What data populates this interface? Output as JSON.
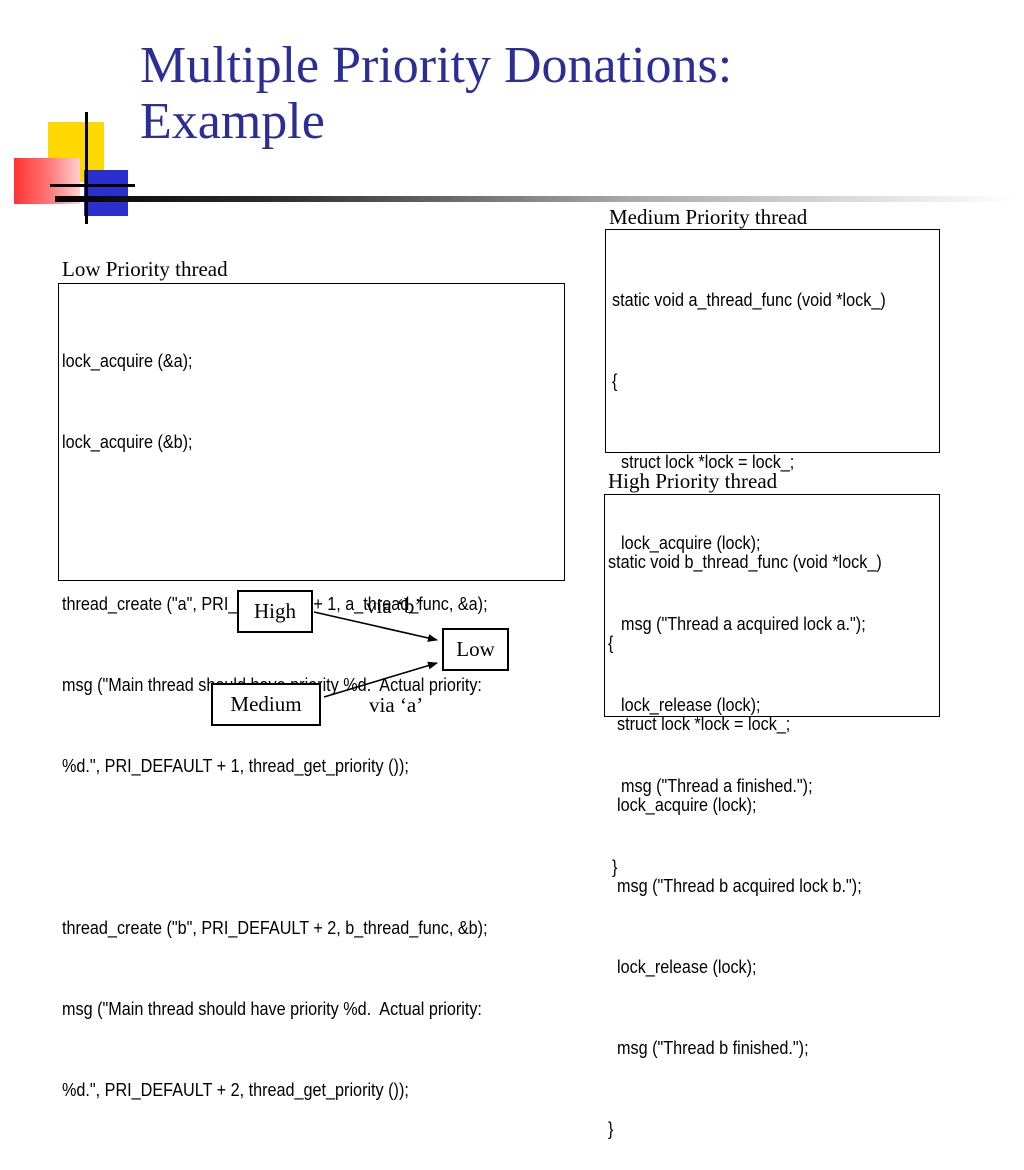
{
  "slide": {
    "title_line1": "Multiple Priority Donations:",
    "title_line2": "Example",
    "accent_color": "#2b2f95"
  },
  "low_thread": {
    "label": "Low Priority thread",
    "code": [
      "lock_acquire (&a);",
      "lock_acquire (&b);",
      "",
      "thread_create (\"a\", PRI_DEFAULT + 1, a_thread_func, &a);",
      "msg (\"Main thread should have priority %d.  Actual priority:",
      "%d.\", PRI_DEFAULT + 1, thread_get_priority ());",
      "",
      "thread_create (\"b\", PRI_DEFAULT + 2, b_thread_func, &b);",
      "msg (\"Main thread should have priority %d.  Actual priority:",
      "%d.\", PRI_DEFAULT + 2, thread_get_priority ());"
    ]
  },
  "medium_thread": {
    "label": "Medium Priority thread",
    "code": [
      "static void a_thread_func (void *lock_)",
      "{",
      "  struct lock *lock = lock_;",
      "  lock_acquire (lock);",
      "  msg (\"Thread a acquired lock a.\");",
      "  lock_release (lock);",
      "  msg (\"Thread a finished.\");",
      "}"
    ]
  },
  "high_thread": {
    "label": "High Priority thread",
    "code": [
      "static void b_thread_func (void *lock_)",
      "{",
      "  struct lock *lock = lock_;",
      "  lock_acquire (lock);",
      "  msg (\"Thread b acquired lock b.\");",
      "  lock_release (lock);",
      "  msg (\"Thread b finished.\");",
      "}"
    ]
  },
  "diagram": {
    "high": "High",
    "medium": "Medium",
    "low": "Low",
    "via_b": "via ‘b’",
    "via_a": "via ‘a’"
  }
}
